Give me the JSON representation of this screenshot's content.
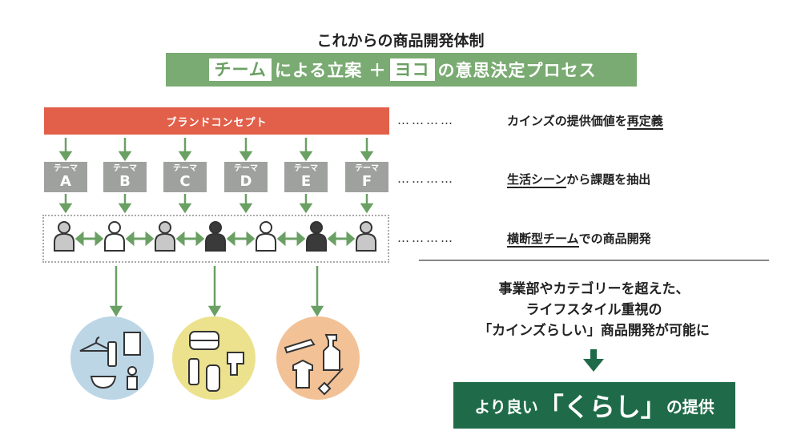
{
  "title": "これからの商品開発体制",
  "banner": {
    "part1": "チーム",
    "part2": "による立案 ＋",
    "part3": "ヨコ",
    "part4": "の意思決定プロセス"
  },
  "brand_concept": "ブランドコンセプト",
  "theme_label": "テーマ",
  "themes": [
    "A",
    "B",
    "C",
    "D",
    "E",
    "F"
  ],
  "right_labels": {
    "row1_pre": "カインズの提供価値を",
    "row1_ul": "再定義",
    "row2_ul": "生活シーン",
    "row2_post": "から課題を抽出",
    "row3_ul": "横断型チーム",
    "row3_post": "での商品開発"
  },
  "dots": "…………",
  "result_lines": [
    "事業部やカテゴリーを超えた、",
    "ライフスタイル重視の",
    "「カインズらしい」商品開発が可能に"
  ],
  "final": {
    "pre": "より良い",
    "big": "「くらし」",
    "post": "の提供"
  },
  "colors": {
    "green": "#7aab72",
    "red": "#e2604a",
    "gray": "#9fa19f",
    "dark_green": "#1f6b49",
    "circle_blue": "#bcd6e6",
    "circle_yellow": "#ece28e",
    "circle_orange": "#f2c195"
  }
}
